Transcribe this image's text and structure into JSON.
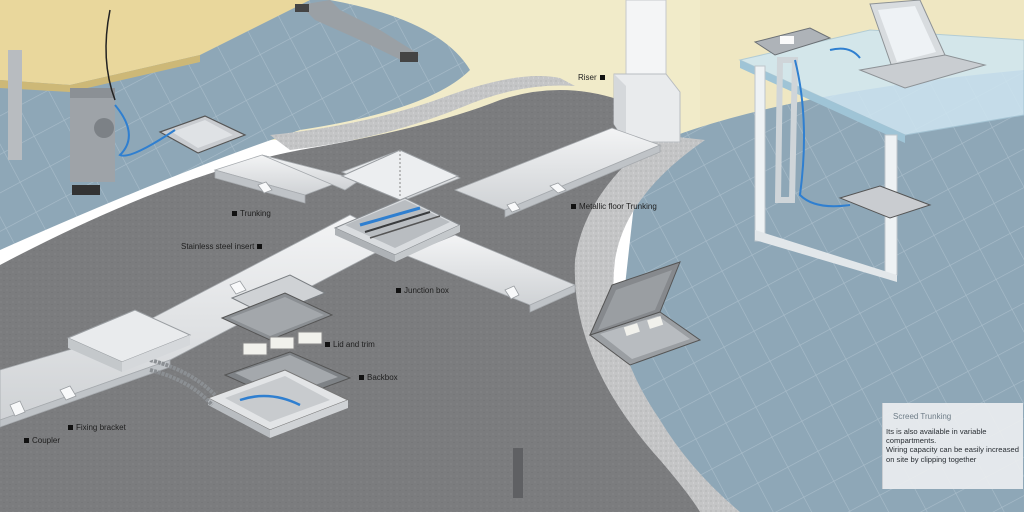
{
  "labels": {
    "riser": "Riser",
    "trunking": "Trunking",
    "metallic_floor_trunking": "Metallic floor Trunking",
    "stainless_steel_insert": "Stainless steel insert",
    "junction_box": "Junction box",
    "lid_and_trim": "Lid and trim",
    "backbox": "Backbox",
    "fixing_bracket": "Fixing bracket",
    "coupler": "Coupler"
  },
  "info_panel": {
    "title": "Screed Trunking",
    "line1": "Its is also available in variable compartments.",
    "line2": "Wiring capacity can be easily increased on site by clipping together"
  },
  "colors": {
    "floor_blue": "#8fa8b8",
    "screed_grey": "#7b7c7e",
    "wall_cream": "#f1ebc9",
    "trunking_metal": "#e4e6e8",
    "cable_blue": "#2f7fd0"
  }
}
